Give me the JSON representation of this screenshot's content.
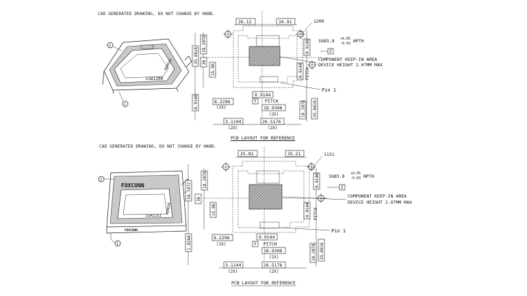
{
  "notes": {
    "top": "CAD GENERATED DRAWING, DO NOT CHANGE BY HAND.",
    "bottom": "CAD GENERATED DRAWING, DO NOT CHANGE BY HAND."
  },
  "socket_top": {
    "model": "LGA1200",
    "remove_label": "REMOVE",
    "callout_1": "1",
    "callout_2": "2"
  },
  "socket_bottom": {
    "brand": "FOXCONN",
    "brand_small": "FOXCONN",
    "model": "LGA1151",
    "remove_label": "REMOVE",
    "callout_1": "1",
    "callout_2": "2"
  },
  "layout_top": {
    "dim_top_left": "26.11",
    "dim_top_right": "34.91",
    "dim_1200": "1200",
    "dim_vert_28078": "28.2078",
    "dim_vert_356616": "35.6616",
    "dim_36": "36",
    "dim_1596": "15.96",
    "dim_0914_right": "0.9140",
    "dim_09144_right": "0.9144",
    "dim_pitch_vert": "PITCH",
    "dim_0914_left": "0.9140",
    "hole_spec_prefix": "3XØ3.8",
    "hole_tol_plus": "+0.05",
    "hole_tol_minus": "-0.03",
    "hole_spec_suffix": "NPTH",
    "z_label": "Z",
    "keepin_line1": "COMPONENT KEEP-IN AREA",
    "keepin_line2": "DEVICE HEIGHT 2.07MM MAX",
    "pin1": "Pin 1",
    "dim_09144": "0.9144",
    "y_label": "Y",
    "pitch": "PITCH",
    "dim_189308": "18.9308",
    "two_x_a": "(2X)",
    "dim_82296": "8.2296",
    "two_x_b": "(2X)",
    "dim_31144": "3.1144",
    "dim_265176": "26.5176",
    "two_x_c": "(2X)",
    "two_x_d": "(2X)",
    "dim_182078_r": "18.2078",
    "dim_356616_r": "35.6616",
    "caption": "PCB LAYOUT FOR REFERENCE"
  },
  "layout_bottom": {
    "dim_top_left": "25.81",
    "dim_top_right": "35.21",
    "dim_1151": "1151",
    "dim_vert_28078": "18.2078",
    "dim_vert_347472": "34.7472",
    "dim_36": "36",
    "dim_1596": "15.96",
    "dim_0914_right": "0.9140",
    "dim_09144_right": "0.9144",
    "dim_pitch_vert": "PITCH",
    "dim_18284": "1.8284",
    "hole_spec_prefix": "3XØ3.8",
    "hole_tol_plus": "+0.05",
    "hole_tol_minus": "-0.03",
    "hole_spec_suffix": "NPTH",
    "z_label": "Z",
    "keepin_line1": "COMPONENT KEEP-IN AREA",
    "keepin_line2": "DEVICE HEIGHT 2.07MM MAX",
    "pin1": "Pin 1",
    "dim_09144": "0.9144",
    "y_label": "Y",
    "pitch": "PITCH",
    "dim_189308": "18.9308",
    "two_x_a": "(2X)",
    "dim_82296": "8.2296",
    "two_x_b": "(2X)",
    "dim_31144": "3.1144",
    "dim_265176": "26.5176",
    "two_x_c": "(2X)",
    "two_x_d": "(2X)",
    "dim_182078_r": "18.2078",
    "dim_356616_r": "35.6616",
    "caption": "PCB LAYOUT FOR REFERENCE"
  }
}
